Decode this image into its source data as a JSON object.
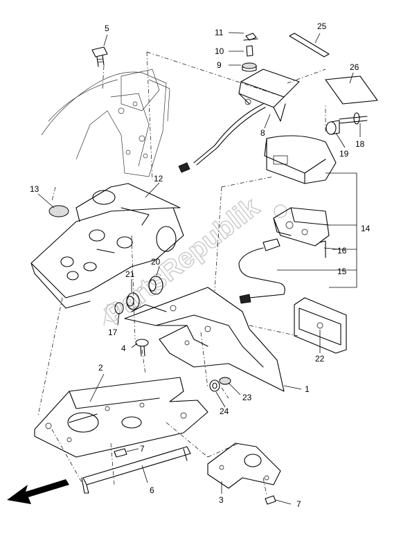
{
  "watermark": "PartsRepublik",
  "callouts": [
    "1",
    "3",
    "4",
    "5",
    "6",
    "7",
    "7",
    "8",
    "9",
    "10",
    "11",
    "12",
    "13",
    "14",
    "15",
    "16",
    "17",
    "18",
    "19",
    "20",
    "21",
    "22",
    "23",
    "24",
    "25",
    "26"
  ]
}
